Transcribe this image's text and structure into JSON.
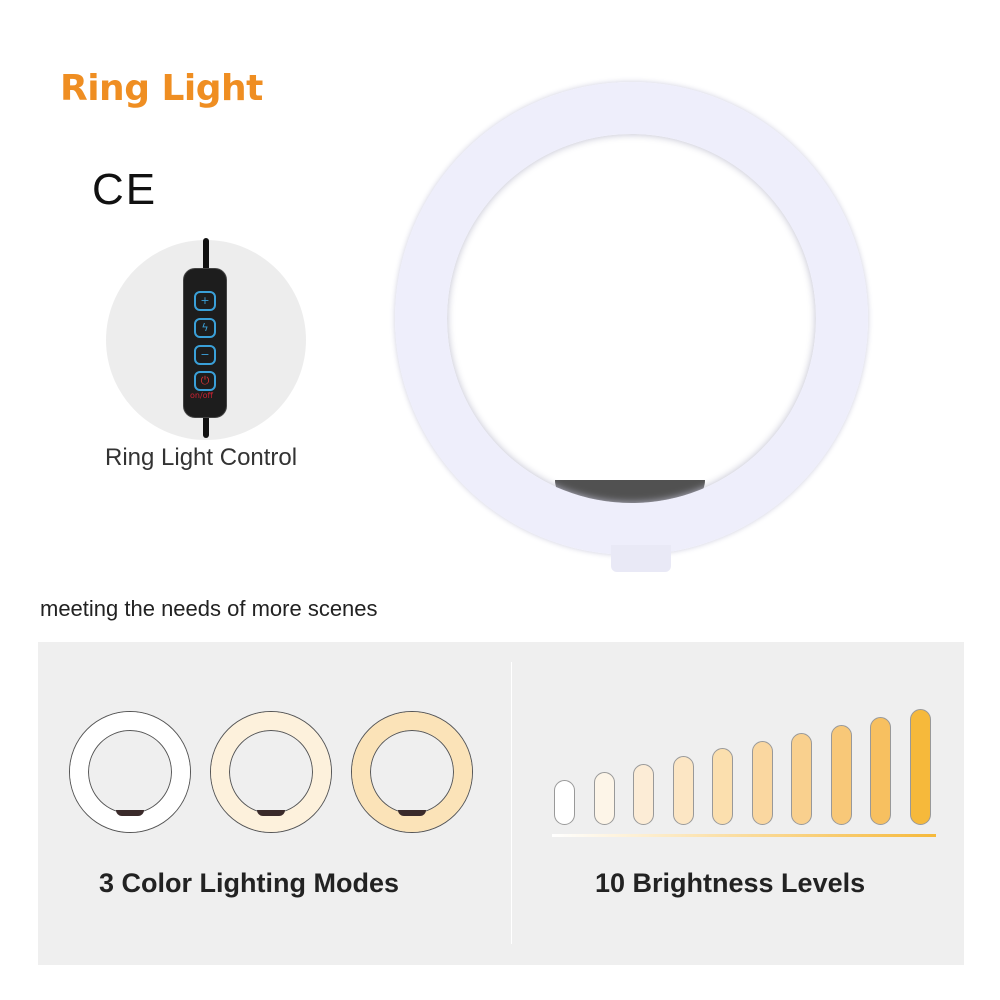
{
  "title": "Ring Light",
  "certification": "CE",
  "control": {
    "label": "Ring Light Control",
    "buttons": [
      {
        "icon": "plus-icon",
        "glyph": "+"
      },
      {
        "icon": "mode-switch-icon",
        "glyph": "ϟ"
      },
      {
        "icon": "minus-icon",
        "glyph": "−"
      },
      {
        "icon": "power-icon",
        "glyph": "⏻"
      }
    ],
    "power_text": "on/off"
  },
  "subtitle": "meeting the needs of more scenes",
  "modes": {
    "caption": "3 Color Lighting Modes",
    "colors": [
      "#ffffff",
      "#fdf1dc",
      "#fbe3b8"
    ]
  },
  "brightness": {
    "caption": "10 Brightness Levels",
    "levels": 10,
    "colors": [
      "#ffffff",
      "#fdf5e8",
      "#fcecd6",
      "#fce6c4",
      "#fbdfae",
      "#fad7a0",
      "#f9d08e",
      "#f8c878",
      "#f7c060",
      "#f6b93b"
    ]
  },
  "accent_color": "#ef8e22"
}
